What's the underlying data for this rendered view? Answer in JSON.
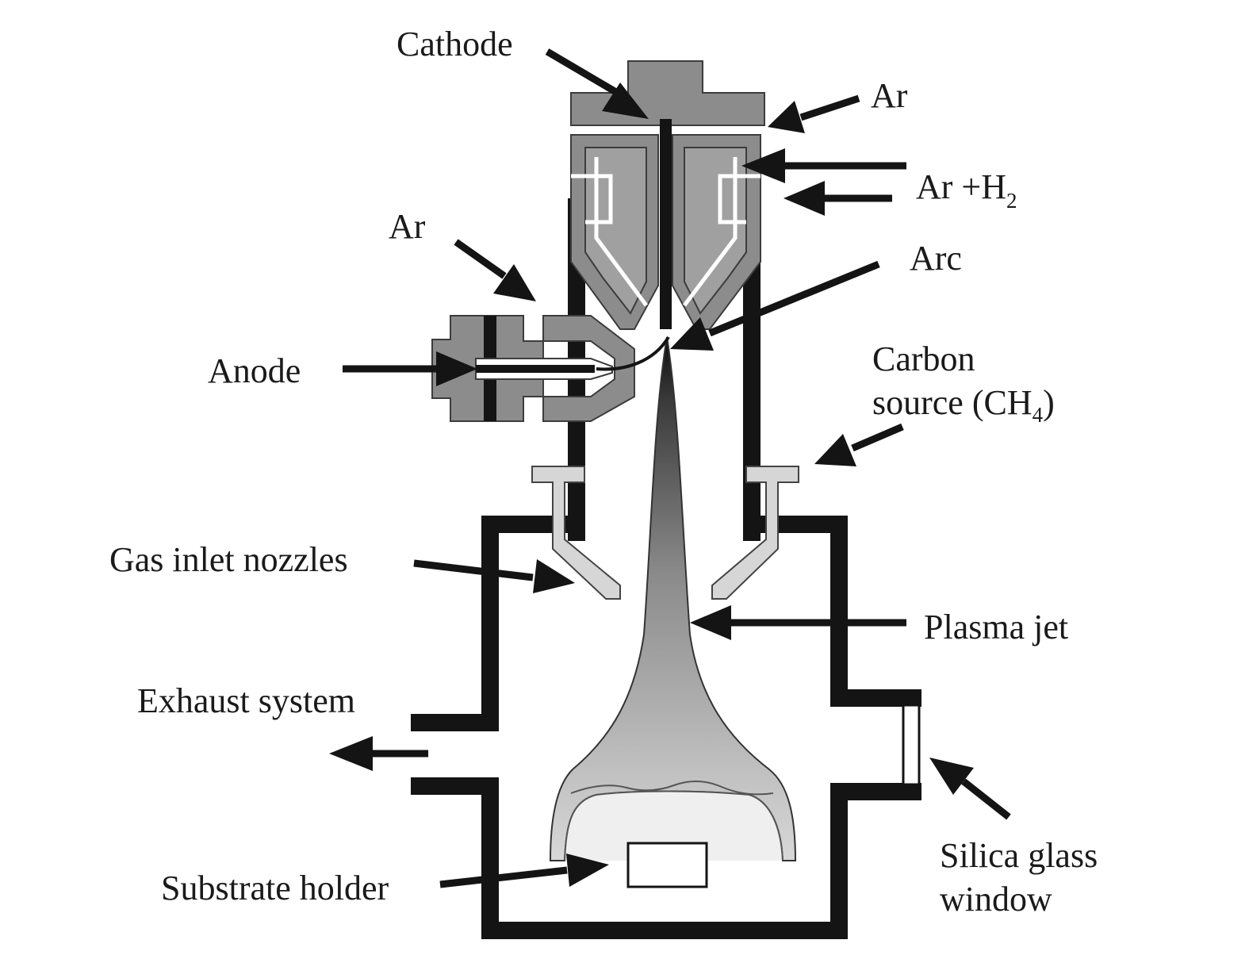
{
  "labels": {
    "cathode": "Cathode",
    "ar_top": "Ar",
    "ar_h2_main": "Ar +H",
    "ar_h2_sub": "2",
    "ar_left": "Ar",
    "arc": "Arc",
    "anode": "Anode",
    "carbon_line1": "Carbon",
    "carbon_line2_main": "source (CH",
    "carbon_line2_sub": "4",
    "carbon_line2_end": ")",
    "gas_inlet": "Gas inlet nozzles",
    "plasma_jet": "Plasma jet",
    "exhaust": "Exhaust system",
    "substrate": "Substrate holder",
    "silica_line1": "Silica glass",
    "silica_line2": "window"
  },
  "colors": {
    "metal": "#8c8c8c",
    "nozzle": "#d6d6d6",
    "wall": "#141414",
    "background": "#ffffff"
  }
}
